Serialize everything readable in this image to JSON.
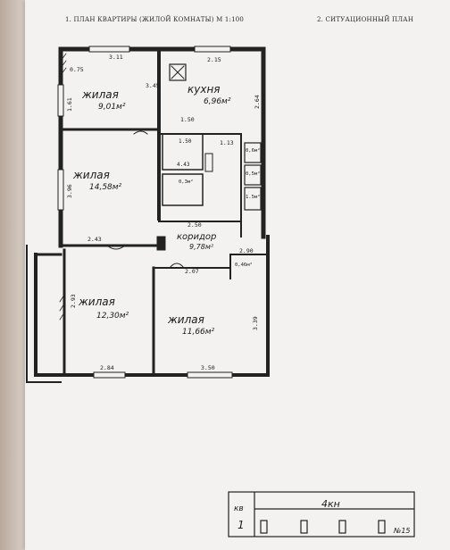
{
  "header": {
    "title_left": "1. ПЛАН КВАРТИРЫ (ЖИЛОЙ КОМНАТЫ) М 1:100",
    "title_right": "2. СИТУАЦИОННЫЙ ПЛАН"
  },
  "rooms": {
    "room1": {
      "name": "жилая",
      "area": "9,01м²"
    },
    "kitchen": {
      "name": "кухня",
      "area": "6,96м²"
    },
    "room2": {
      "name": "жилая",
      "area": "14,58м²"
    },
    "corridor": {
      "name": "коридор",
      "area": "9,78м²"
    },
    "room3": {
      "name": "жилая",
      "area": "12,30м²"
    },
    "room4": {
      "name": "жилая",
      "area": "11,66м²"
    }
  },
  "dims": {
    "d311": "3.11",
    "d215": "2.15",
    "d075": "0.75",
    "d345": "3.45",
    "d161": "1.61",
    "d150": "1.50",
    "d264": "2.64",
    "d113": "1.13",
    "d396": "3.96",
    "d443": "4.43",
    "d250": "2.50",
    "d243": "2.43",
    "d290": "2.90",
    "d207": "2.07",
    "d293": "2.93",
    "d284": "2.84",
    "d350": "3.50",
    "d339": "3.39",
    "a150": "1.50",
    "a06": "0,6м²",
    "a05": "0,5м²",
    "a15": "1.5м²",
    "a46": "0,46м²",
    "a03": "0,3м²"
  },
  "site_plan": {
    "kv_label": "кв",
    "kv_number": "1",
    "building": "4кн",
    "house_number": "№15"
  }
}
